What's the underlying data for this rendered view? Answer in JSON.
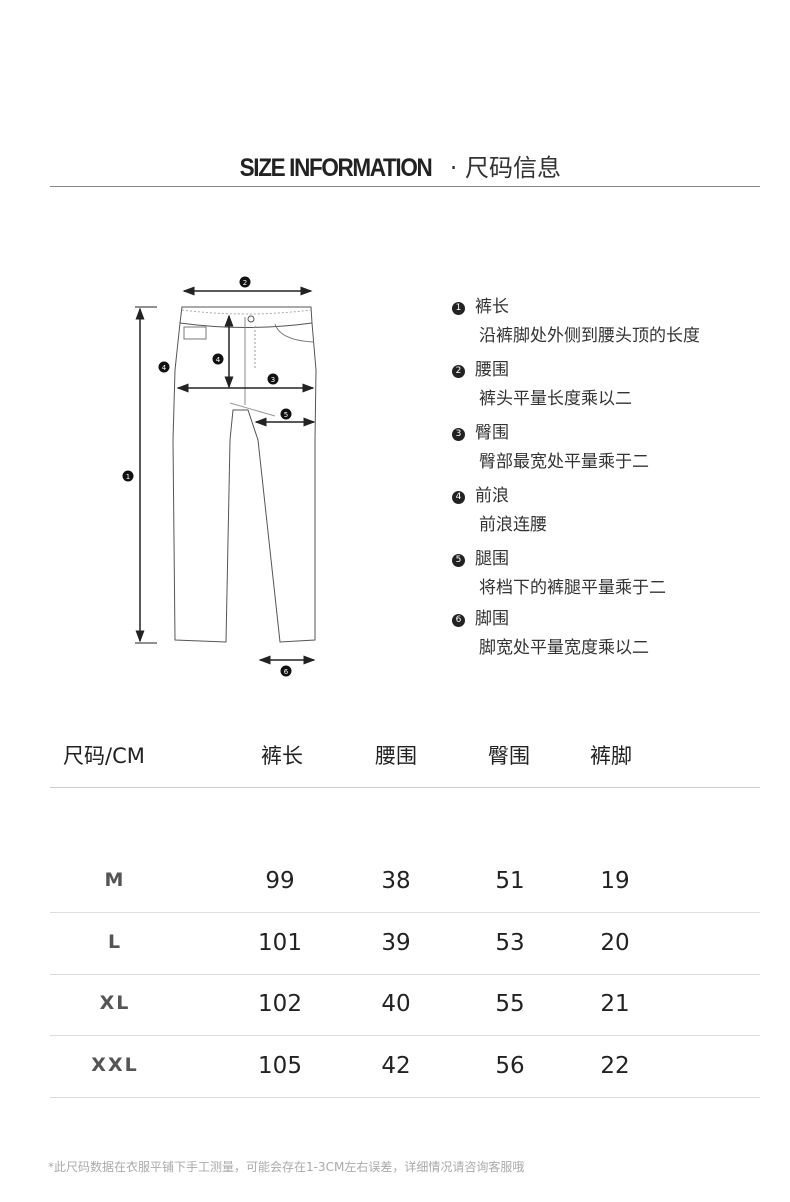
{
  "title": {
    "en": "SIZE INFORMATION",
    "sep": " · ",
    "cn": "尺码信息"
  },
  "diagram": {
    "markers": [
      "1",
      "2",
      "3",
      "4",
      "5",
      "6"
    ]
  },
  "legend": [
    {
      "num": "1",
      "name": "裤长",
      "desc": "沿裤脚处外侧到腰头顶的长度"
    },
    {
      "num": "2",
      "name": "腰围",
      "desc": "裤头平量长度乘以二"
    },
    {
      "num": "3",
      "name": "臀围",
      "desc": "臀部最宽处平量乘于二"
    },
    {
      "num": "4",
      "name": "前浪",
      "desc": "前浪连腰"
    },
    {
      "num": "5",
      "name": "腿围",
      "desc": "将档下的裤腿平量乘于二"
    },
    {
      "num": "6",
      "name": "脚围",
      "desc": "脚宽处平量宽度乘以二"
    }
  ],
  "table": {
    "headers": [
      "尺码/CM",
      "裤长",
      "腰围",
      "臀围",
      "裤脚"
    ],
    "rows": [
      [
        "M",
        "99",
        "38",
        "51",
        "19"
      ],
      [
        "L",
        "101",
        "39",
        "53",
        "20"
      ],
      [
        "XL",
        "102",
        "40",
        "55",
        "21"
      ],
      [
        "XXL",
        "105",
        "42",
        "56",
        "22"
      ]
    ]
  },
  "note": "*此尺码数据在衣服平铺下手工测量，可能会存在1-3CM左右误差，详细情况请咨询客服哦"
}
